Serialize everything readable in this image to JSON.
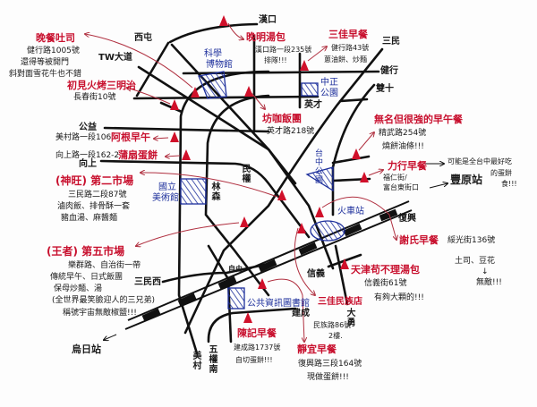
{
  "colors": {
    "road": "#111111",
    "shop": "#c8102e",
    "landmark": "#1d2f9c",
    "arrow": "#b03040"
  },
  "roads": {
    "xitun": "西屯",
    "tw_avenue": "TW大道",
    "hankou": "漢口",
    "sanmin": "三民",
    "jianxing": "健行",
    "shuangshi": "雙十",
    "yingcai": "英才",
    "gongyi": "公益",
    "xiangshang": "向上",
    "minquan": "民權",
    "linsen": "林森",
    "ziyou": "自由",
    "sanmin_west": "三民西",
    "meicun": "美村",
    "wuquan_south": "五權南",
    "xinyi": "信義",
    "jiancheng": "建成",
    "dayong": "大勇",
    "fuxing": "復興"
  },
  "landmarks": {
    "science_museum": [
      "科學",
      "博物館"
    ],
    "zhongzheng_park": [
      "中正",
      "公園"
    ],
    "art_museum": [
      "國立",
      "美術館"
    ],
    "taichung_park": "台中公園",
    "train_station": "火車站",
    "public_library": "公共資訊圖書館"
  },
  "stations": {
    "fengyuan": "豐原站",
    "wuri": "烏日站"
  },
  "shops": [
    {
      "name": "晚餐吐司",
      "lines": [
        "健行路1005號",
        "還得等被開門",
        "斜對面雪花牛也不錯"
      ]
    },
    {
      "name": "初見火烤三明治",
      "lines": [
        "長春街10號"
      ]
    },
    {
      "name": "阿根早午",
      "lines": [
        "美村路一段106"
      ]
    },
    {
      "name": "蒲扇蛋餅",
      "lines": [
        "向上路一段162-2"
      ]
    },
    {
      "name": "(神旺) 第二市場",
      "lines": [
        "三民路二段87號",
        "滷肉飯、排骨酥一套",
        "豬血湯、麻醬麵"
      ]
    },
    {
      "name": "(王者) 第五市場",
      "lines": [
        "樂群路、自治街一帶",
        "傳統早午、日式飯團",
        "保母炒麵、湯",
        "(全世界最笑臉迎人的三兄弟)",
        "稱號宇宙無敵椒鹽!!!"
      ]
    },
    {
      "name": "晚明湯包",
      "lines": [
        "漢口路一段235號",
        "排隊!!!"
      ]
    },
    {
      "name": "三佳早餐",
      "lines": [
        "健行路43號",
        "蔥油餅、炒麵"
      ]
    },
    {
      "name": "坊咖飯團",
      "lines": [
        "英才路218號"
      ]
    },
    {
      "name": "無名但很強的早午餐",
      "lines": [
        "精武路254號",
        "燒餅油條!!!"
      ]
    },
    {
      "name": "力行早餐",
      "lines": [
        "福仁街/",
        "富台東街口"
      ],
      "note": [
        "可能是全台中最好吃",
        "的蛋餅",
        "食!!!"
      ]
    },
    {
      "name": "謝氏早餐",
      "lines": [
        "綏光街136號",
        "土司、豆花",
        "↓",
        "無敵!!!"
      ]
    },
    {
      "name": "天津苟不理湯包",
      "lines": [
        "信義街61號",
        "有夠大顆的!!!"
      ]
    },
    {
      "name": "三佳民族店",
      "lines": [
        "民族路86號",
        "2樓."
      ]
    },
    {
      "name": "陳記早餐",
      "lines": [
        "建成路1737號",
        "自切蛋餅!!!"
      ]
    },
    {
      "name": "靜宜早餐",
      "lines": [
        "復興路三段164號",
        "現做蛋餅!!!"
      ]
    }
  ]
}
